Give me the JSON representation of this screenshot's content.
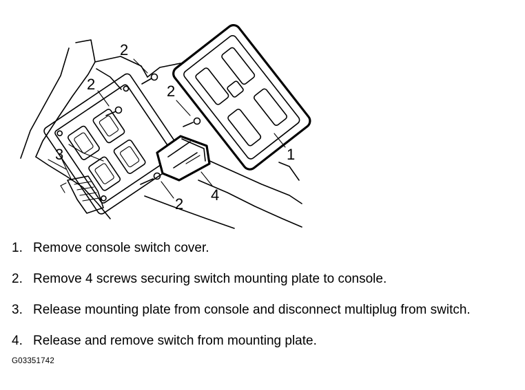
{
  "callouts": [
    "2",
    "2",
    "2",
    "3",
    "1",
    "4",
    "2"
  ],
  "steps": [
    {
      "number": "1.",
      "text": "Remove console switch cover."
    },
    {
      "number": "2.",
      "text": "Remove 4 screws securing switch mounting plate to console."
    },
    {
      "number": "3.",
      "text": "Release mounting plate from console and disconnect multiplug from switch."
    },
    {
      "number": "4.",
      "text": "Release and remove switch from mounting plate."
    }
  ],
  "figure_code": "G03351742"
}
